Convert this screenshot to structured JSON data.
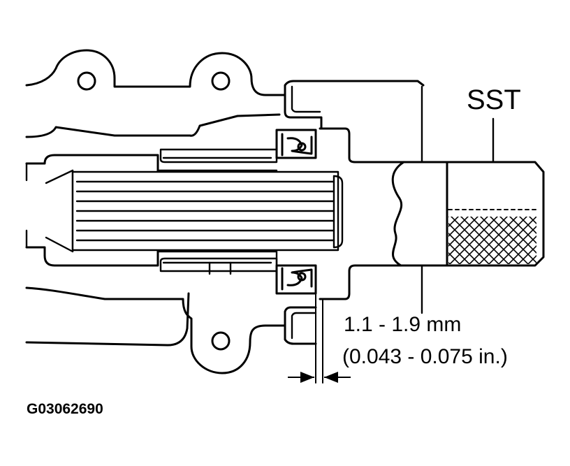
{
  "labels": {
    "tool": "SST",
    "dimension_mm": "1.1 - 1.9 mm",
    "dimension_in": "(0.043 - 0.075 in.)",
    "figure_code": "G03062690"
  }
}
